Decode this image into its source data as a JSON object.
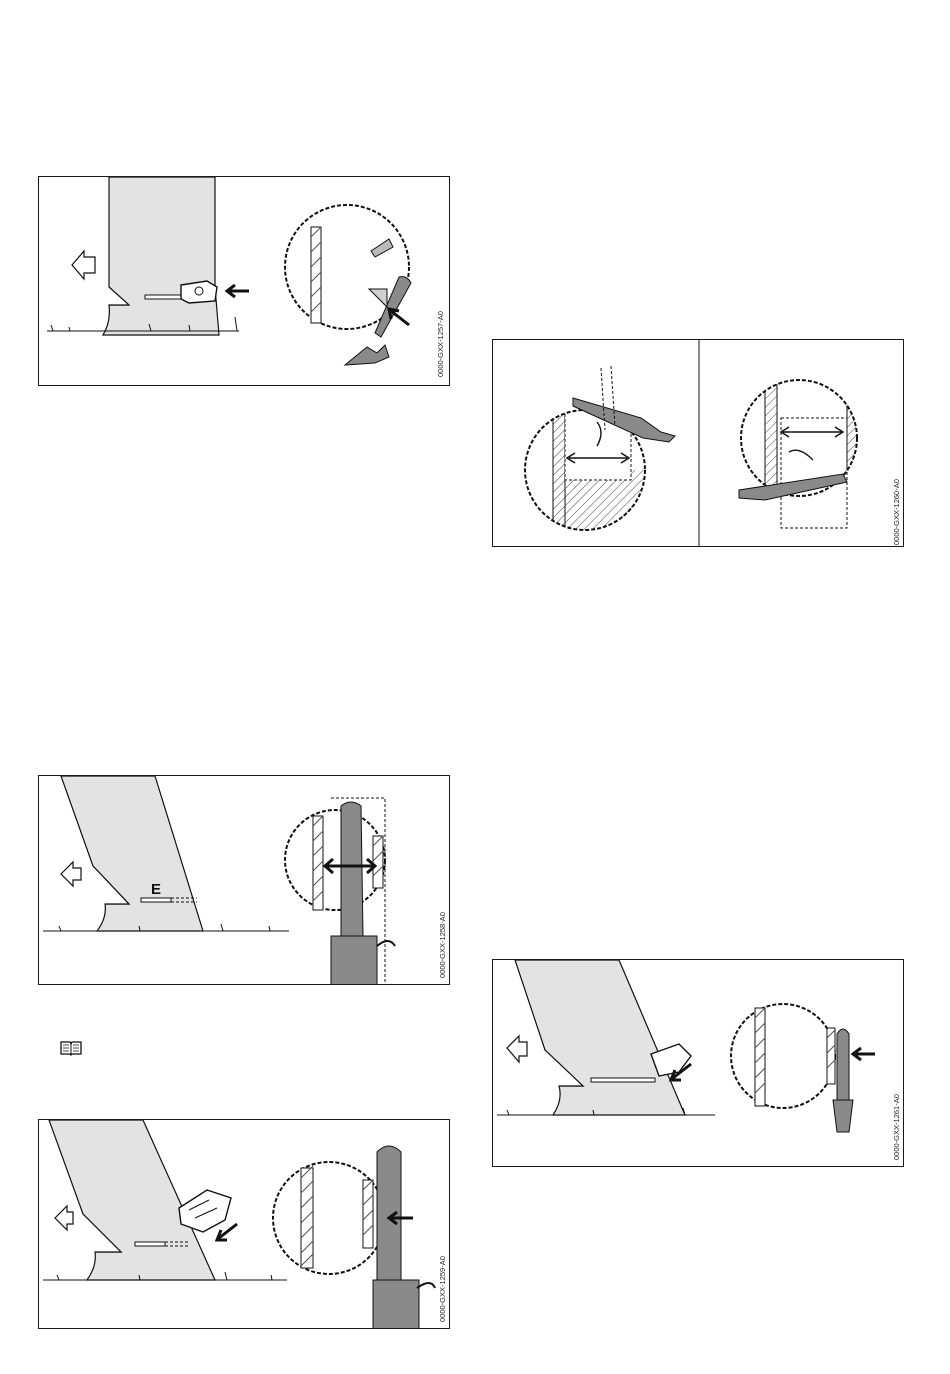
{
  "figures": [
    {
      "id": "fig1",
      "code": "0000-GXX-1257-A0"
    },
    {
      "id": "fig2",
      "code": "0000-GXX-1260-A0"
    },
    {
      "id": "fig3",
      "code": "0000-GXX-1258-A0",
      "label": "E"
    },
    {
      "id": "fig4",
      "code": "0000-GXX-1259-A0"
    },
    {
      "id": "fig5",
      "code": "0000-GXX-1261-A0"
    }
  ],
  "icons": {
    "manual": "open-book-icon"
  }
}
